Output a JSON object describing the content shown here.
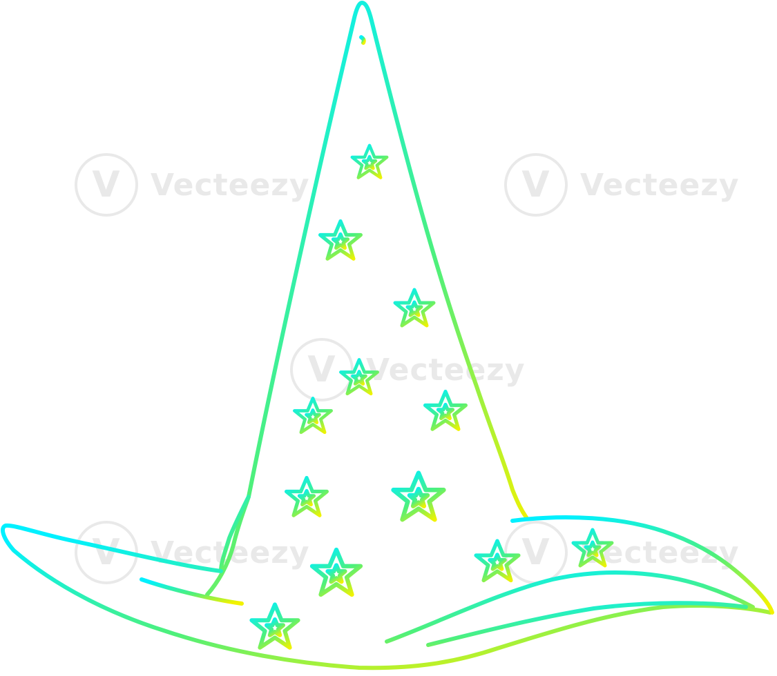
{
  "image": {
    "subject": "wizard-hat",
    "style": "gradient-line-art",
    "gradient": {
      "start": "#00f0ff",
      "mid": "#4ff07a",
      "end": "#f2f200"
    },
    "background": "#ffffff"
  },
  "watermark": {
    "text": "Vecteezy",
    "logo_glyph": "V",
    "color": "#e9e9e9"
  }
}
